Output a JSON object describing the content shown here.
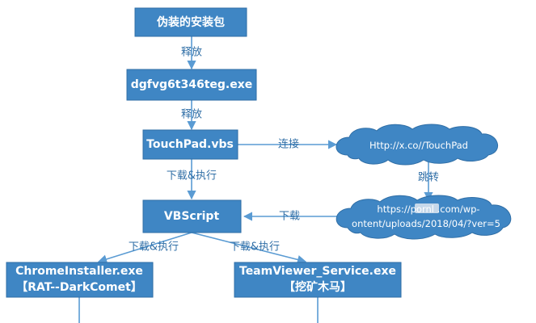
{
  "nodes": {
    "package": "伪装的安装包",
    "exe": "dgfvg6t346teg.exe",
    "vbs": "TouchPad.vbs",
    "vbscript": "VBScript",
    "chrome_line1": "ChromeInstaller.exe",
    "chrome_line2": "【RAT--DarkComet】",
    "teamviewer_line1": "TeamViewer_Service.exe",
    "teamviewer_line2": "【挖矿木马】"
  },
  "clouds": {
    "touchpad_url": "Http://x.co//TouchPad",
    "download_url_line1": "https://pornl        .com/wp-",
    "download_url_line2": "ontent/uploads/2018/04/?ver=5"
  },
  "edges": {
    "release_1": "释放",
    "release_2": "释放",
    "connect": "连接",
    "download_execute": "下载&执行",
    "redirect": "跳转",
    "download": "下载",
    "download_execute_left": "下载&执行",
    "download_execute_right": "下载&执行"
  },
  "colors": {
    "node_fill": "#3f86c4",
    "node_text": "#ffffff",
    "edge": "#5a9bd3",
    "edge_label": "#2f6ea6"
  }
}
